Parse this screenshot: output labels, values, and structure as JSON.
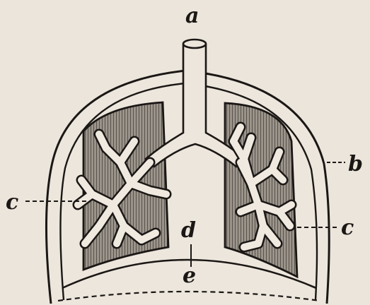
{
  "figure": {
    "labels": {
      "a": "a",
      "b": "b",
      "c_left": "c",
      "c_right": "c",
      "d": "d",
      "e": "e"
    },
    "colors": {
      "paper": "#ebe5db",
      "ink": "#1b1715",
      "lung_fill": "#8f8880"
    }
  }
}
